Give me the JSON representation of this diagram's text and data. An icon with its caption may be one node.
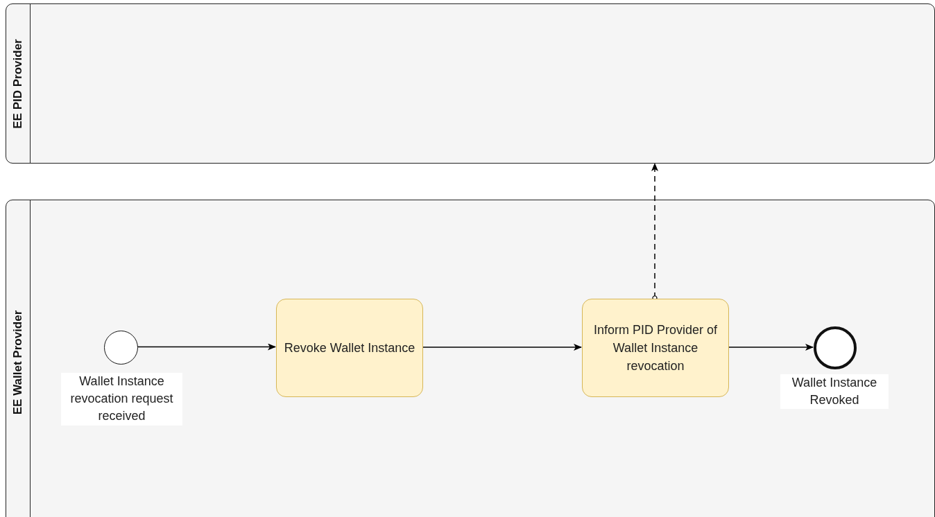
{
  "diagram": {
    "nodes": [
      {
        "text": [
          "EE PID Provider"
        ]
      },
      {
        "text": [
          "EE Wallet Provider"
        ]
      },
      {
        "text": [],
        "shape": "circle",
        "in": 1,
        "beside": [
          "Wallet Instance revocation request received"
        ]
      },
      {
        "text": [
          "Revoke Wallet Instance"
        ],
        "in": 1
      },
      {
        "text": [
          "Inform PID Provider of Wallet Instance revocation"
        ],
        "in": 1
      },
      {
        "text": [],
        "shape": "circle",
        "in": 1,
        "beside": [
          "Wallet Instance Revoked"
        ]
      }
    ],
    "edges": [
      {
        "from": 2,
        "to": 3,
        "arrow": "to"
      },
      {
        "from": 3,
        "to": 4,
        "arrow": "to"
      },
      {
        "from": 4,
        "to": 5,
        "arrow": "to"
      },
      {
        "from": 4,
        "to": 0,
        "arrow": "to",
        "style": "dashed"
      }
    ]
  }
}
